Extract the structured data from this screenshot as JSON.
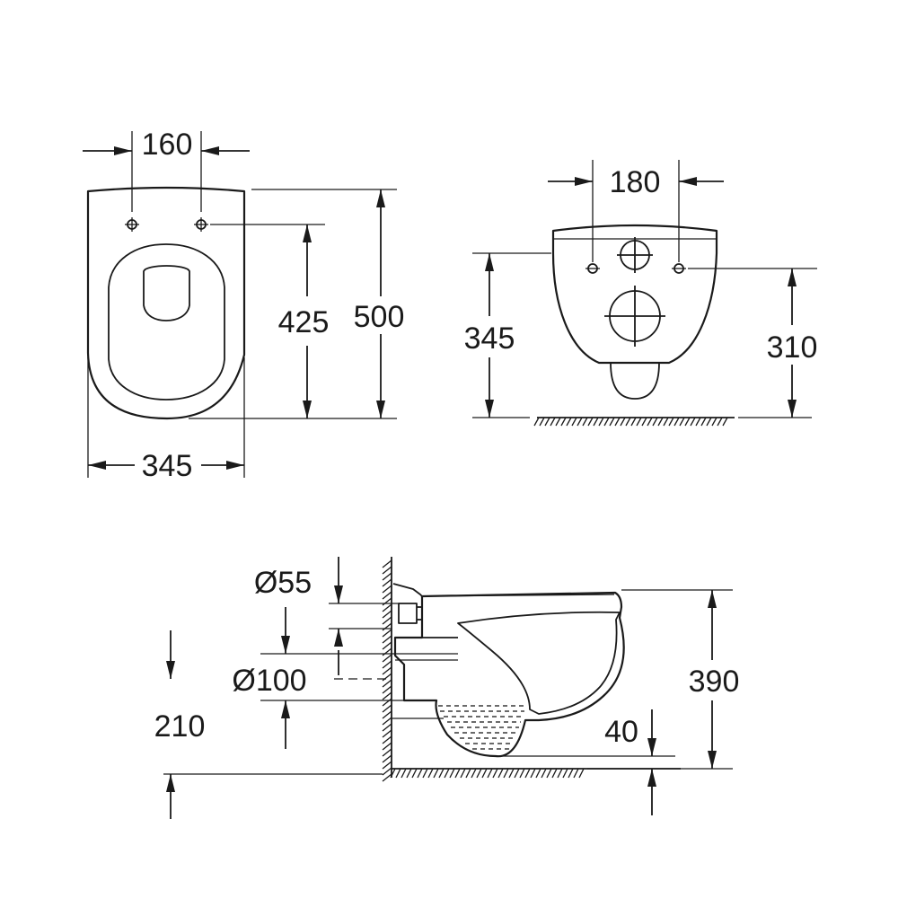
{
  "top_view": {
    "dim_hole_spacing": "160",
    "dim_hole_to_front": "425",
    "dim_length": "500",
    "dim_width": "345"
  },
  "front_view": {
    "dim_hole_spacing": "180",
    "dim_height_left": "345",
    "dim_height_right": "310"
  },
  "side_view": {
    "dim_inlet_diameter": "Ø55",
    "dim_outlet_diameter": "Ø100",
    "dim_outlet_height": "210",
    "dim_bowl_height": "390",
    "dim_bottom_gap": "40"
  }
}
